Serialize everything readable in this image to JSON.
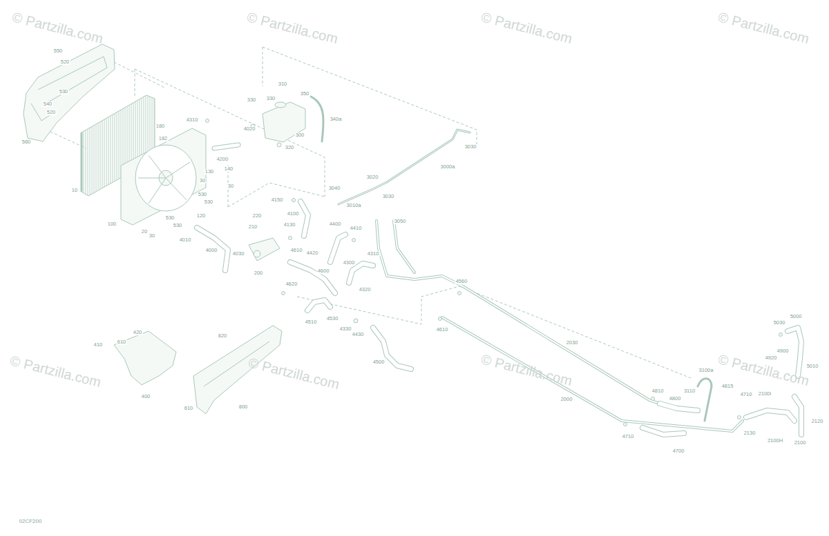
{
  "diagram": {
    "labels": [
      "© Partzilla.com",
      "© Partzilla.com",
      "© Partzilla.com",
      "© Partzilla.com",
      "© Partzilla.com",
      "© Partzilla.com",
      "© Partzilla.com",
      "© Partzilla.com",
      "550",
      "520",
      "530",
      "540",
      "520",
      "560",
      "10",
      "180",
      "182",
      "4310",
      "4200",
      "140",
      "130",
      "30",
      "30",
      "530",
      "530",
      "120",
      "100",
      "530",
      "530",
      "20",
      "30",
      "4010",
      "4000",
      "310",
      "330",
      "330",
      "350",
      "300",
      "320",
      "340a",
      "4020",
      "3030",
      "3000a",
      "3020",
      "3040",
      "3030",
      "3010a",
      "4150",
      "4100",
      "220",
      "210",
      "4130",
      "4400",
      "4410",
      "3050",
      "4030",
      "4610",
      "4420",
      "200",
      "4600",
      "4300",
      "4310",
      "4620",
      "4320",
      "4510",
      "4530",
      "4330",
      "4430",
      "4500",
      "4560",
      "4610",
      "2030",
      "2000",
      "4810",
      "4800",
      "3100a",
      "3110",
      "4815",
      "4710",
      "2100i",
      "2130",
      "2100H",
      "2100",
      "2120",
      "4710",
      "4700",
      "5000",
      "5030",
      "4920",
      "4900",
      "5010",
      "410",
      "610",
      "420",
      "400",
      "820",
      "800",
      "610",
      "02CF200"
    ]
  }
}
